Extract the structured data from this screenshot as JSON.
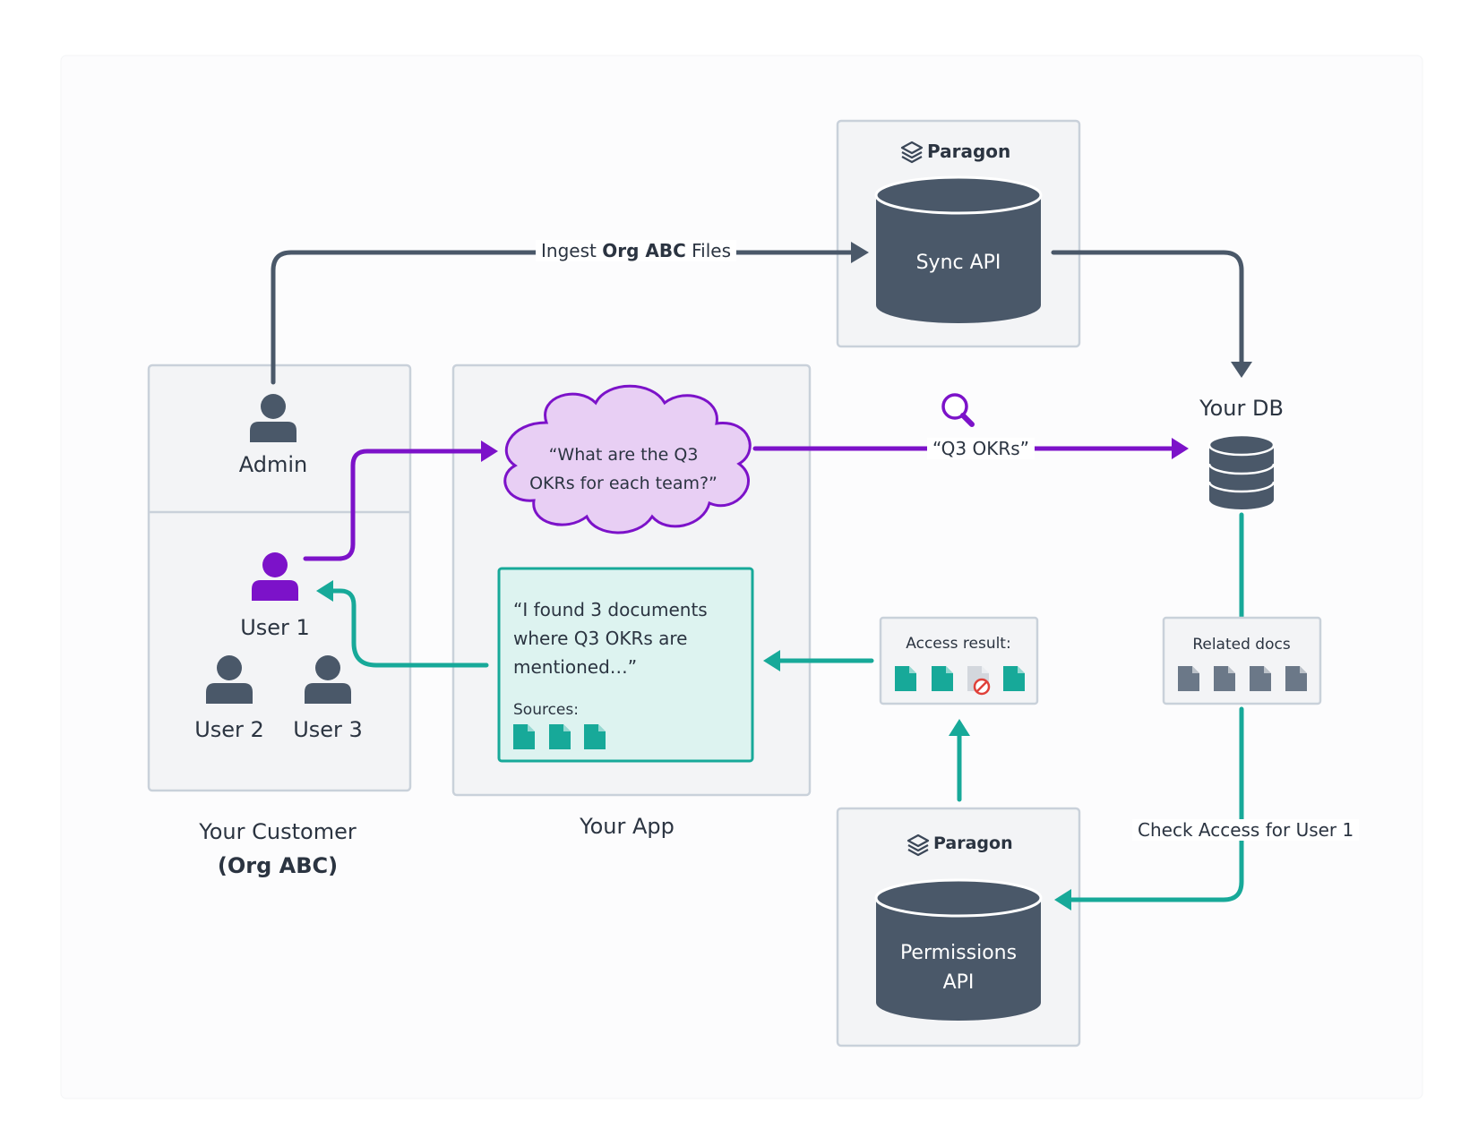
{
  "colors": {
    "slate": "#4a5869",
    "purple": "#7c12c9",
    "teal": "#17a999",
    "panel_fill": "#f3f4f6",
    "panel_border": "#c9d1da",
    "cloud_fill": "#e8cff4",
    "answer_fill": "#ddf3f0"
  },
  "sync_panel": {
    "brand": "Paragon",
    "cylinder_label": "Sync API"
  },
  "permissions_panel": {
    "brand": "Paragon",
    "cylinder_label_line1": "Permissions",
    "cylinder_label_line2": "API"
  },
  "ingest_label": {
    "pre": "Ingest ",
    "bold": "Org ABC",
    "post": " Files"
  },
  "customer": {
    "admin": "Admin",
    "user1": "User 1",
    "user2": "User 2",
    "user3": "User 3",
    "caption_line1": "Your Customer",
    "caption_line2": "(Org ABC)"
  },
  "app": {
    "question_line1": "“What are the Q3",
    "question_line2": "OKRs for each team?”",
    "answer_line1": "“I found 3 documents",
    "answer_line2": "where Q3 OKRs are",
    "answer_line3": "mentioned…”",
    "sources_label": "Sources:",
    "caption": "Your App"
  },
  "query_label": "“Q3 OKRs”",
  "db_label": "Your DB",
  "related_docs_label": "Related docs",
  "access_result_label": "Access result:",
  "check_access_label": "Check Access for User 1",
  "icons": {
    "paragon": "paragon-logo-icon",
    "person": "person-icon",
    "magnifier": "magnifier-icon",
    "database": "database-icon",
    "document": "document-icon",
    "blocked": "no-access-icon"
  }
}
